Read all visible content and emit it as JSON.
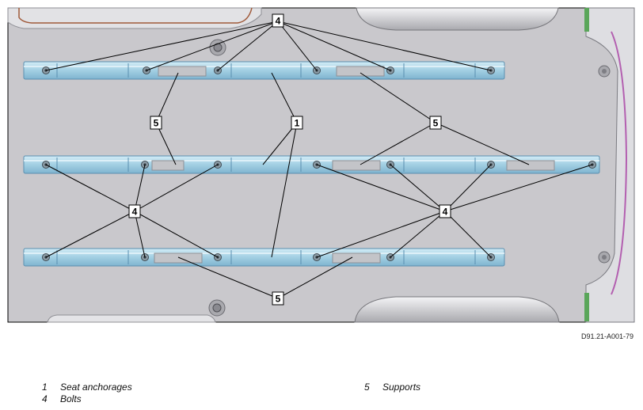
{
  "figure": {
    "reference": "D91.21-A001-79",
    "callouts": [
      {
        "id": "c4-top",
        "label": "4"
      },
      {
        "id": "c5-left",
        "label": "5"
      },
      {
        "id": "c1",
        "label": "1"
      },
      {
        "id": "c5-right",
        "label": "5"
      },
      {
        "id": "c4-left",
        "label": "4"
      },
      {
        "id": "c4-right",
        "label": "4"
      },
      {
        "id": "c5-bottom",
        "label": "5"
      }
    ]
  },
  "legend": [
    {
      "number": "1",
      "text": "Seat anchorages"
    },
    {
      "number": "4",
      "text": "Bolts"
    },
    {
      "number": "5",
      "text": "Supports"
    }
  ],
  "colors": {
    "floor": "#c9c8cc",
    "rail": "#a6d2e5",
    "rail_edge": "#5a8fb0",
    "outline": "#000000"
  }
}
